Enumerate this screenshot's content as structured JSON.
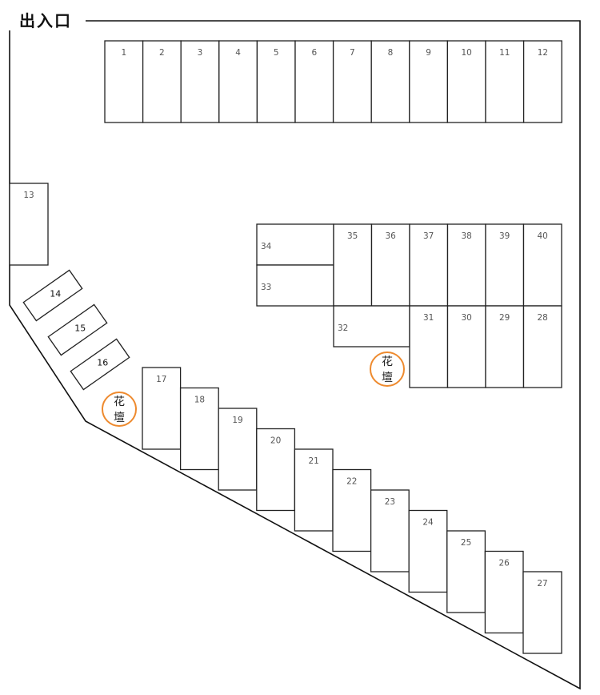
{
  "title": "出入口",
  "flower_bed": {
    "line1": "花",
    "line2": "壇",
    "color": "#ee8a2e"
  },
  "spots": {
    "s1": "1",
    "s2": "2",
    "s3": "3",
    "s4": "4",
    "s5": "5",
    "s6": "6",
    "s7": "7",
    "s8": "8",
    "s9": "9",
    "s10": "10",
    "s11": "11",
    "s12": "12",
    "s13": "13",
    "s14": "14",
    "s15": "15",
    "s16": "16",
    "s17": "17",
    "s18": "18",
    "s19": "19",
    "s20": "20",
    "s21": "21",
    "s22": "22",
    "s23": "23",
    "s24": "24",
    "s25": "25",
    "s26": "26",
    "s27": "27",
    "s28": "28",
    "s29": "29",
    "s30": "30",
    "s31": "31",
    "s32": "32",
    "s33": "33",
    "s34": "34",
    "s35": "35",
    "s36": "36",
    "s37": "37",
    "s38": "38",
    "s39": "39",
    "s40": "40"
  },
  "colors": {
    "line": "#222222",
    "label": "#555555",
    "flower_bed_ring": "#ee8a2e"
  }
}
